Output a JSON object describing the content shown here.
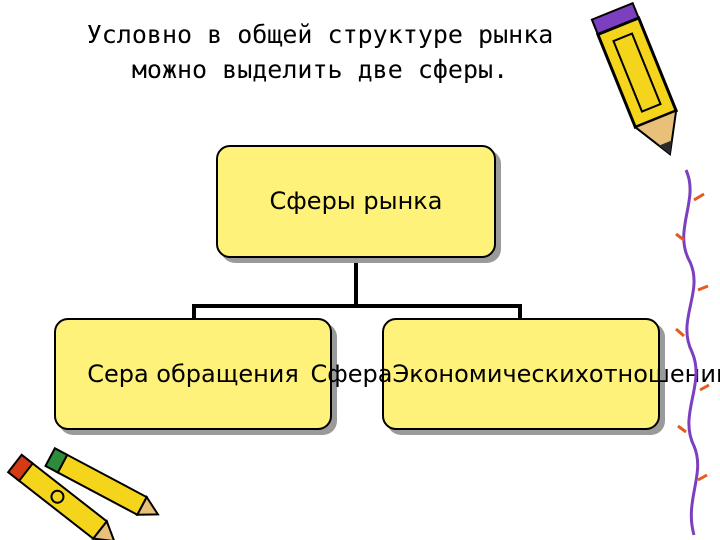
{
  "slide": {
    "title_lines": [
      "Условно в общей структуре рынка",
      "можно выделить две сферы."
    ]
  },
  "diagram": {
    "root": "Сферы рынка",
    "children": [
      {
        "lines": [
          "Сера обращения"
        ]
      },
      {
        "lines": [
          "Сфера",
          "Экономических",
          "отношений"
        ]
      }
    ]
  },
  "colors": {
    "node_fill": "#FFF27A",
    "node_border": "#000000",
    "connector": "#000000",
    "shadow": "#9A9A9A",
    "pencil_yellow": "#F5D51C",
    "pencil_red": "#D63A14",
    "pencil_green": "#2E8B3A",
    "vine": "#7B3FBF"
  },
  "icons": [
    "pencil-icon",
    "pencils-icon",
    "vine-decoration"
  ]
}
